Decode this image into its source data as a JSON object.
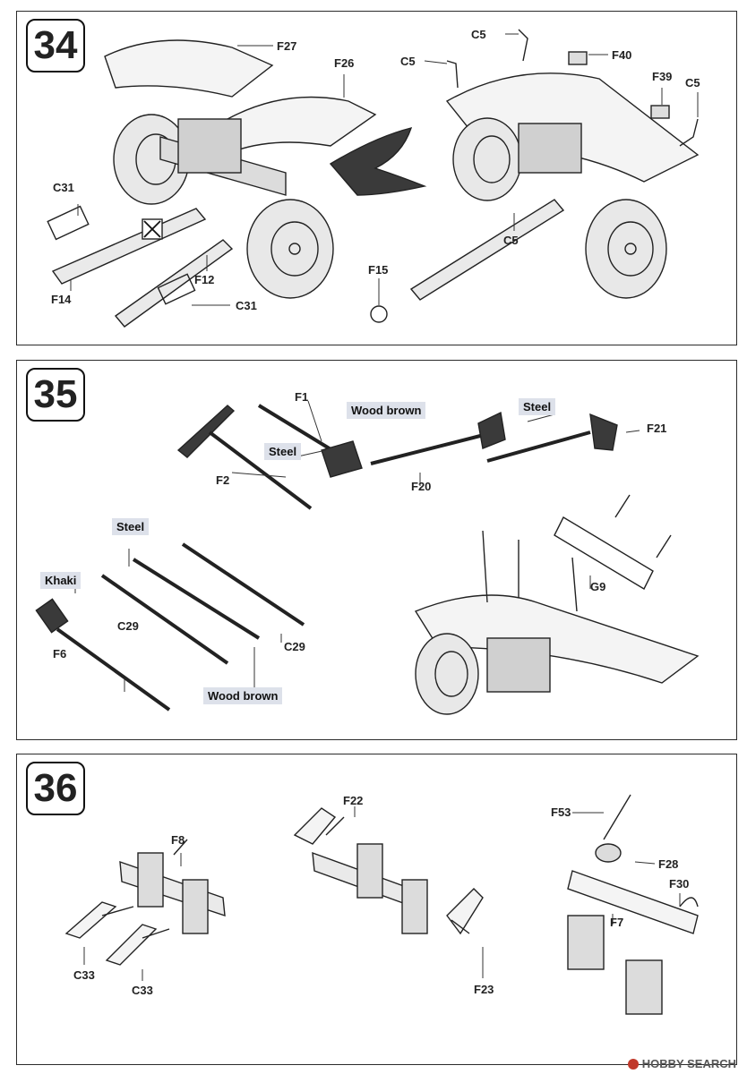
{
  "steps": [
    {
      "number": "34",
      "labels": {
        "F27": "F27",
        "F26": "F26",
        "C5a": "C5",
        "C5b": "C5",
        "F40": "F40",
        "F39": "F39",
        "C5c": "C5",
        "C31a": "C31",
        "F14": "F14",
        "F12": "F12",
        "C31b": "C31",
        "F15": "F15",
        "C5d": "C5"
      }
    },
    {
      "number": "35",
      "labels": {
        "F1": "F1",
        "F2": "F2",
        "F20": "F20",
        "F21": "F21",
        "C29a": "C29",
        "C29b": "C29",
        "F6": "F6",
        "G9": "G9"
      },
      "paints": {
        "wood1": "Wood brown",
        "steel1": "Steel",
        "steel2": "Steel",
        "steel3": "Steel",
        "khaki": "Khaki",
        "wood2": "Wood brown"
      }
    },
    {
      "number": "36",
      "labels": {
        "F8": "F8",
        "C33a": "C33",
        "C33b": "C33",
        "F22": "F22",
        "F23": "F23",
        "F53": "F53",
        "F28": "F28",
        "F30": "F30",
        "F7": "F7"
      }
    }
  ],
  "footer": {
    "brand": "HOBBY SEARCH"
  }
}
